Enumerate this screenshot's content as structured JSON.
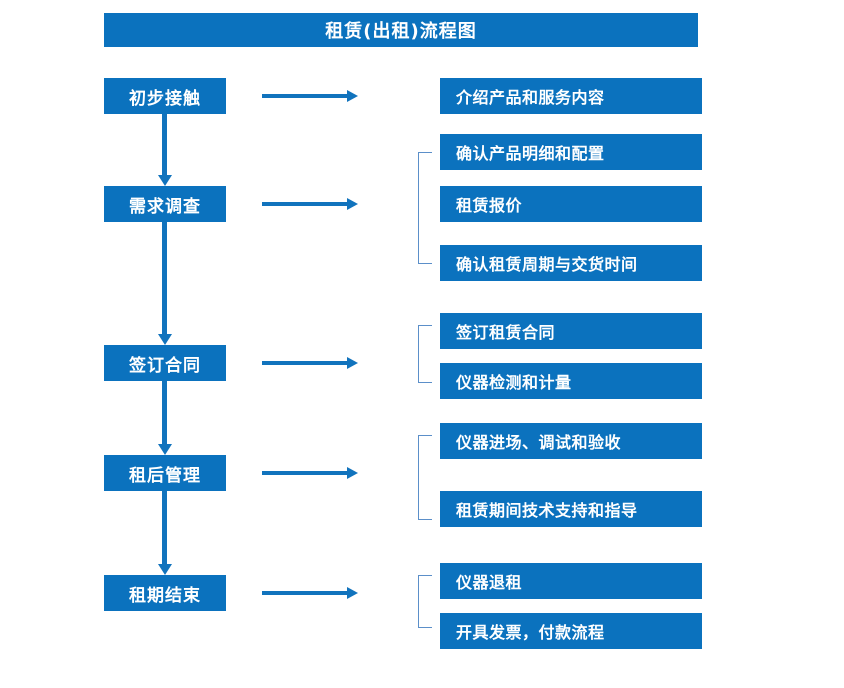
{
  "diagram": {
    "title": "租赁(出租)流程图",
    "accent_color": "#0B72BE",
    "arrow_color": "#1173BD",
    "bracket_color": "#5B8FC9",
    "text_color": "#FFFFFF",
    "background_color": "#FFFFFF"
  },
  "stages": [
    {
      "id": "stage-1",
      "label": "初步接触",
      "details": [
        "介绍产品和服务内容"
      ],
      "grouped": false
    },
    {
      "id": "stage-2",
      "label": "需求调查",
      "details": [
        "确认产品明细和配置",
        "租赁报价",
        "确认租赁周期与交货时间"
      ],
      "grouped": true
    },
    {
      "id": "stage-3",
      "label": "签订合同",
      "details": [
        "签订租赁合同",
        "仪器检测和计量"
      ],
      "grouped": true
    },
    {
      "id": "stage-4",
      "label": "租后管理",
      "details": [
        "仪器进场、调试和验收",
        "租赁期间技术支持和指导"
      ],
      "grouped": true
    },
    {
      "id": "stage-5",
      "label": "租期结束",
      "details": [
        "仪器退租",
        "开具发票，付款流程"
      ],
      "grouped": true
    }
  ],
  "nodes": {
    "left": [
      "初步接触",
      "需求调查",
      "签订合同",
      "租后管理",
      "租期结束"
    ],
    "right": [
      "介绍产品和服务内容",
      "确认产品明细和配置",
      "租赁报价",
      "确认租赁周期与交货时间",
      "签订租赁合同",
      "仪器检测和计量",
      "仪器进场、调试和验收",
      "租赁期间技术支持和指导",
      "仪器退租",
      "开具发票，付款流程"
    ]
  }
}
